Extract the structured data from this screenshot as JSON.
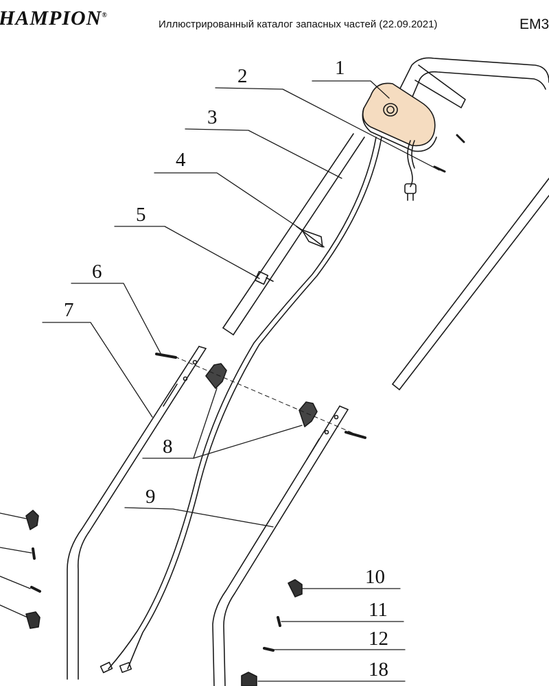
{
  "header": {
    "brand": "HAMPION",
    "brand_mark": "®",
    "title": "Иллюстрированный каталог запасных частей (22.09.2021)",
    "model": "EM3"
  },
  "callouts": [
    {
      "id": "c1",
      "label": "1"
    },
    {
      "id": "c2",
      "label": "2"
    },
    {
      "id": "c3",
      "label": "3"
    },
    {
      "id": "c4",
      "label": "4"
    },
    {
      "id": "c5",
      "label": "5"
    },
    {
      "id": "c6",
      "label": "6"
    },
    {
      "id": "c7",
      "label": "7"
    },
    {
      "id": "c8",
      "label": "8"
    },
    {
      "id": "c9",
      "label": "9"
    },
    {
      "id": "c10",
      "label": "10"
    },
    {
      "id": "c11",
      "label": "11"
    },
    {
      "id": "c12",
      "label": "12"
    },
    {
      "id": "c18",
      "label": "18"
    }
  ],
  "colors": {
    "line": "#1a1a1a",
    "switch_box": "#f5dcc0"
  }
}
